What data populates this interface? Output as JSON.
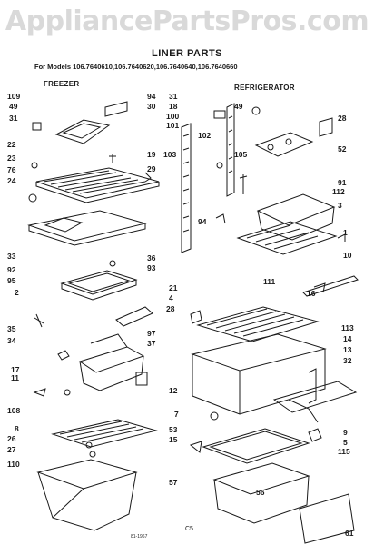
{
  "watermark": "AppliancePartsPros.com",
  "title": "LINER PARTS",
  "models_line": "For Models 106.7640610,106.7640620,106.7640640,106.7640660",
  "sections": {
    "freezer": "FREEZER",
    "refrigerator": "REFRIGERATOR"
  },
  "footer": {
    "code": "C5",
    "doc_number": "81-1967"
  },
  "freezer_callouts": [
    "109",
    "49",
    "31",
    "22",
    "23",
    "76",
    "24",
    "33",
    "92",
    "95",
    "2",
    "35",
    "34",
    "17",
    "11",
    "108",
    "8",
    "26",
    "27",
    "110",
    "94",
    "30",
    "19",
    "29",
    "36",
    "93",
    "97",
    "37"
  ],
  "fridge_callouts": [
    "31",
    "18",
    "100",
    "101",
    "102",
    "103",
    "49",
    "28",
    "52",
    "105",
    "91",
    "112",
    "3",
    "1",
    "94",
    "111",
    "10",
    "16",
    "21",
    "4",
    "28",
    "113",
    "14",
    "13",
    "32",
    "12",
    "7",
    "53",
    "15",
    "9",
    "5",
    "115",
    "57",
    "56",
    "61"
  ]
}
